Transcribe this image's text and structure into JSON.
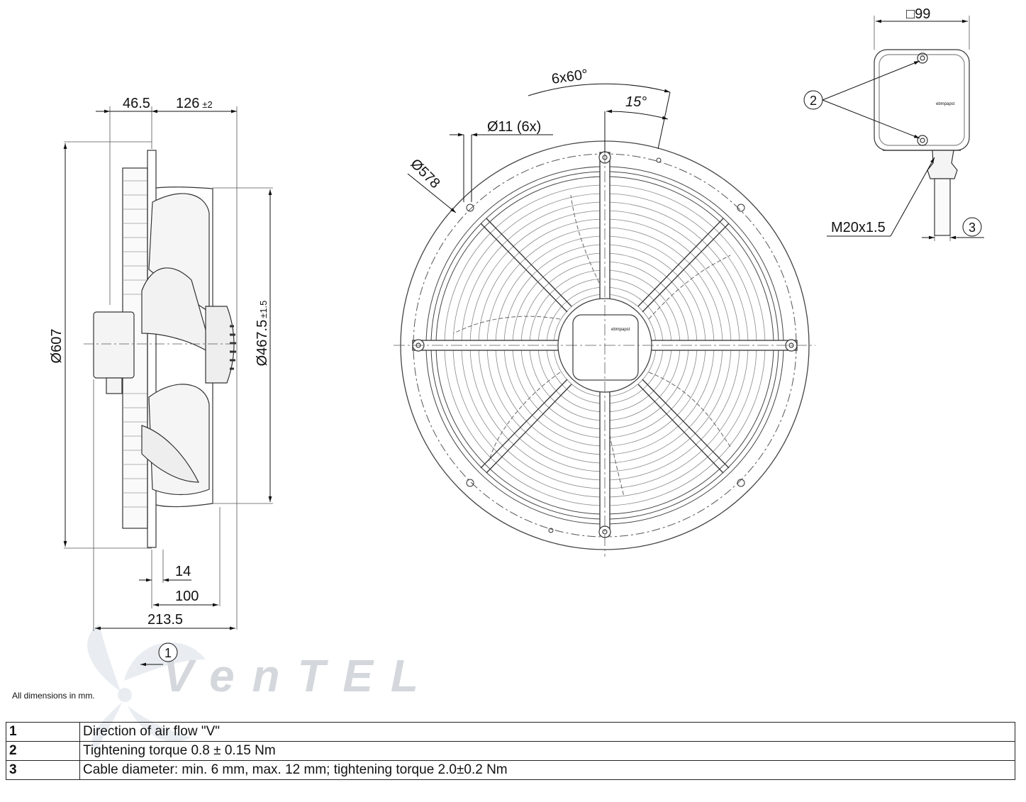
{
  "side_view": {
    "dims": {
      "d607": "Ø607",
      "d467": "Ø467.5",
      "d467_tol": "±1.5",
      "d46_5": "46.5",
      "d126": "126",
      "d126_tol": "±2",
      "d14": "14",
      "d100": "100",
      "d213_5": "213.5"
    }
  },
  "front_view": {
    "dims": {
      "angle_6x60": "6x60°",
      "angle_15": "15°",
      "hole": "Ø11 (6x)",
      "d578": "Ø578"
    },
    "brand_label": "ebmpapst"
  },
  "terminal_box": {
    "dims": {
      "square99": "□99",
      "thread": "M20x1.5"
    },
    "brand_label": "ebmpapst"
  },
  "callouts": {
    "c1": "1",
    "c2": "2",
    "c3": "3"
  },
  "watermark": "VenTEL",
  "note": "All dimensions in mm.",
  "legend": [
    {
      "num": "1",
      "text": "Direction of air flow \"V\""
    },
    {
      "num": "2",
      "text": "Tightening torque 0.8 ± 0.15 Nm"
    },
    {
      "num": "3",
      "text": "Cable diameter: min. 6 mm, max. 12 mm; tightening torque 2.0±0.2 Nm"
    }
  ]
}
